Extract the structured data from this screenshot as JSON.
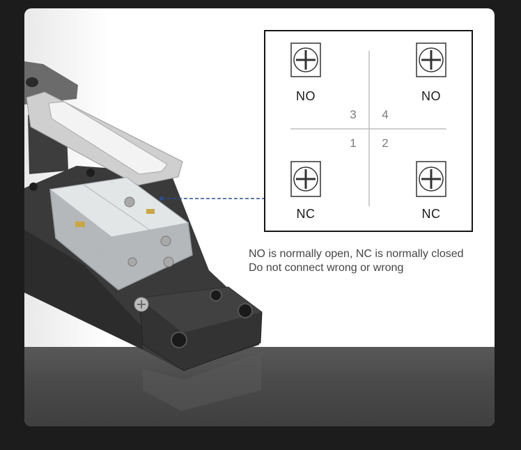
{
  "diagram": {
    "terminals": [
      {
        "label": "NO"
      },
      {
        "label": "NO"
      },
      {
        "label": "NC"
      },
      {
        "label": "NC"
      }
    ],
    "numbers": [
      "3",
      "4",
      "1",
      "2"
    ]
  },
  "note": {
    "line1": "NO is normally open, NC is normally closed",
    "line2": "Do not connect wrong or wrong"
  },
  "colors": {
    "background": "#1c1c1c",
    "panel": "#ffffff",
    "lower_band": "#4a4a4a",
    "leader_line": "#2b4d8c",
    "switch_body": "#3a3a3a"
  }
}
